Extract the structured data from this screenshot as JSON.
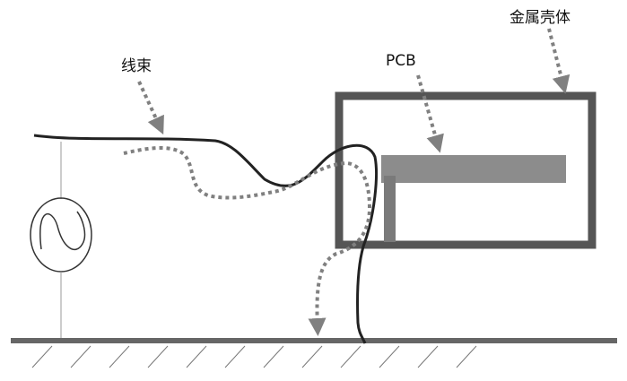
{
  "labels": {
    "metal_enclosure": "金属壳体",
    "pcb": "PCB",
    "wire_harness": "线束"
  },
  "colors": {
    "enclosure": "#555555",
    "pcb": "#8c8c8c",
    "connector": "#7a7a7a",
    "ground": "#666666",
    "wire": "#222222",
    "current_path": "#808080"
  },
  "icons": {
    "source": "ac-voltage-source-icon",
    "ground": "ground-hatch-icon"
  }
}
